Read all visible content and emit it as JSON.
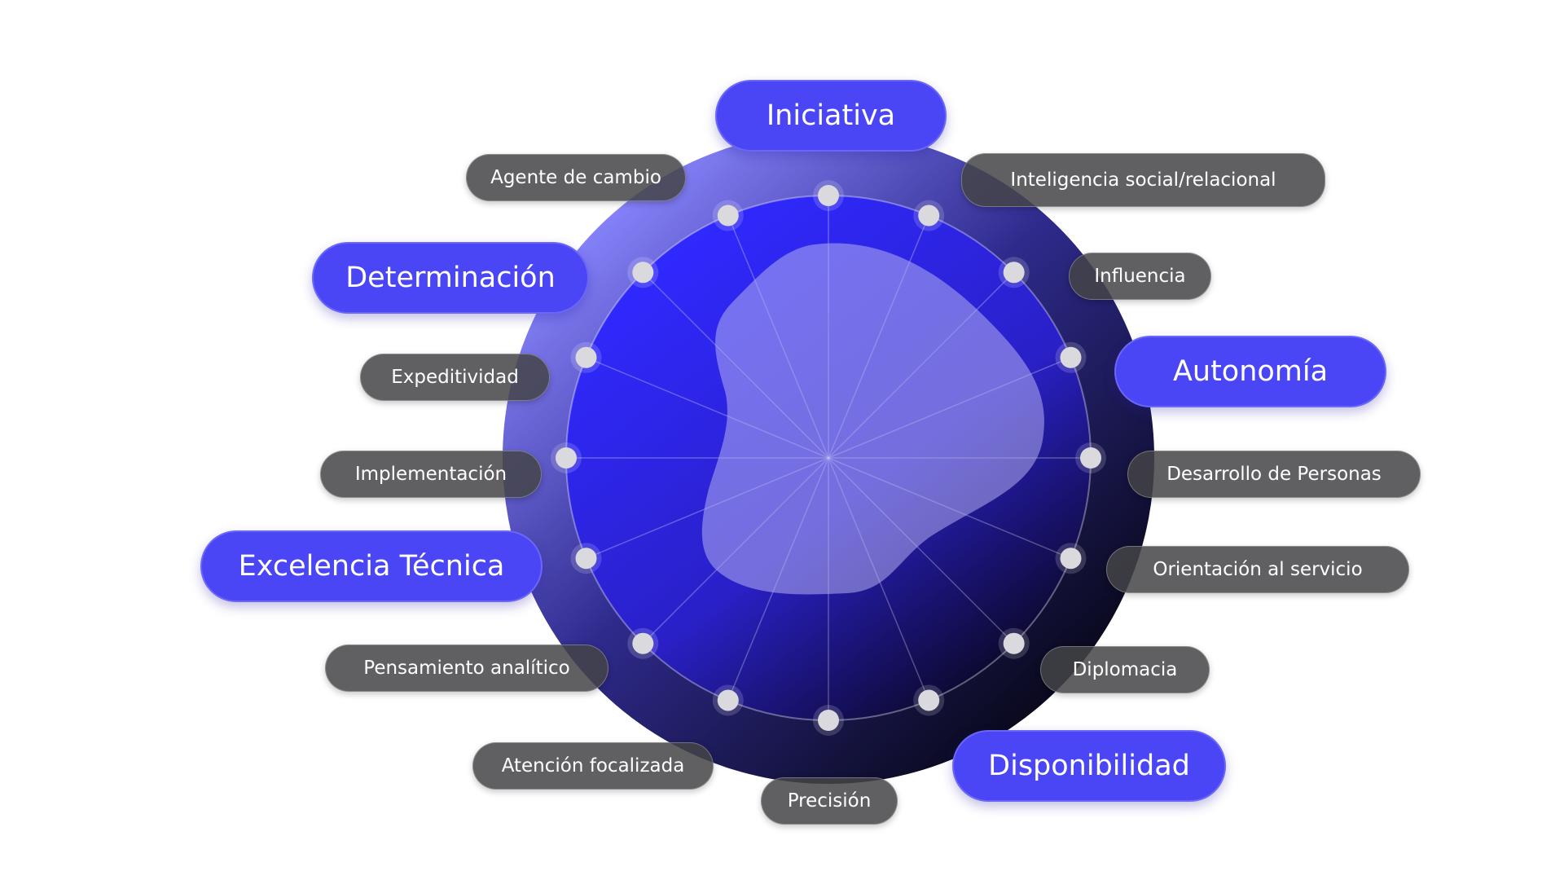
{
  "colors": {
    "primary_pill": "#4b46f5",
    "secondary_pill": "#444448",
    "outer_ring_light": "#8a86ff",
    "outer_ring_dark": "#050510",
    "inner_disc": "#2a22f0",
    "blob": "#a6a2ee",
    "node": "#d9d9de"
  },
  "competencies": [
    {
      "label": "Iniciativa",
      "kind": "primary"
    },
    {
      "label": "Inteligencia social/relacional",
      "kind": "secondary"
    },
    {
      "label": "Influencia",
      "kind": "secondary"
    },
    {
      "label": "Autonomía",
      "kind": "primary"
    },
    {
      "label": "Desarrollo de Personas",
      "kind": "secondary"
    },
    {
      "label": "Orientación al servicio",
      "kind": "secondary"
    },
    {
      "label": "Diplomacia",
      "kind": "secondary"
    },
    {
      "label": "Disponibilidad",
      "kind": "primary"
    },
    {
      "label": "Precisión",
      "kind": "secondary"
    },
    {
      "label": "Atención focalizada",
      "kind": "secondary"
    },
    {
      "label": "Pensamiento analítico",
      "kind": "secondary"
    },
    {
      "label": "Excelencia Técnica",
      "kind": "primary"
    },
    {
      "label": "Implementación",
      "kind": "secondary"
    },
    {
      "label": "Expeditividad",
      "kind": "secondary"
    },
    {
      "label": "Determinación",
      "kind": "primary"
    },
    {
      "label": "Agente de cambio",
      "kind": "secondary"
    }
  ]
}
